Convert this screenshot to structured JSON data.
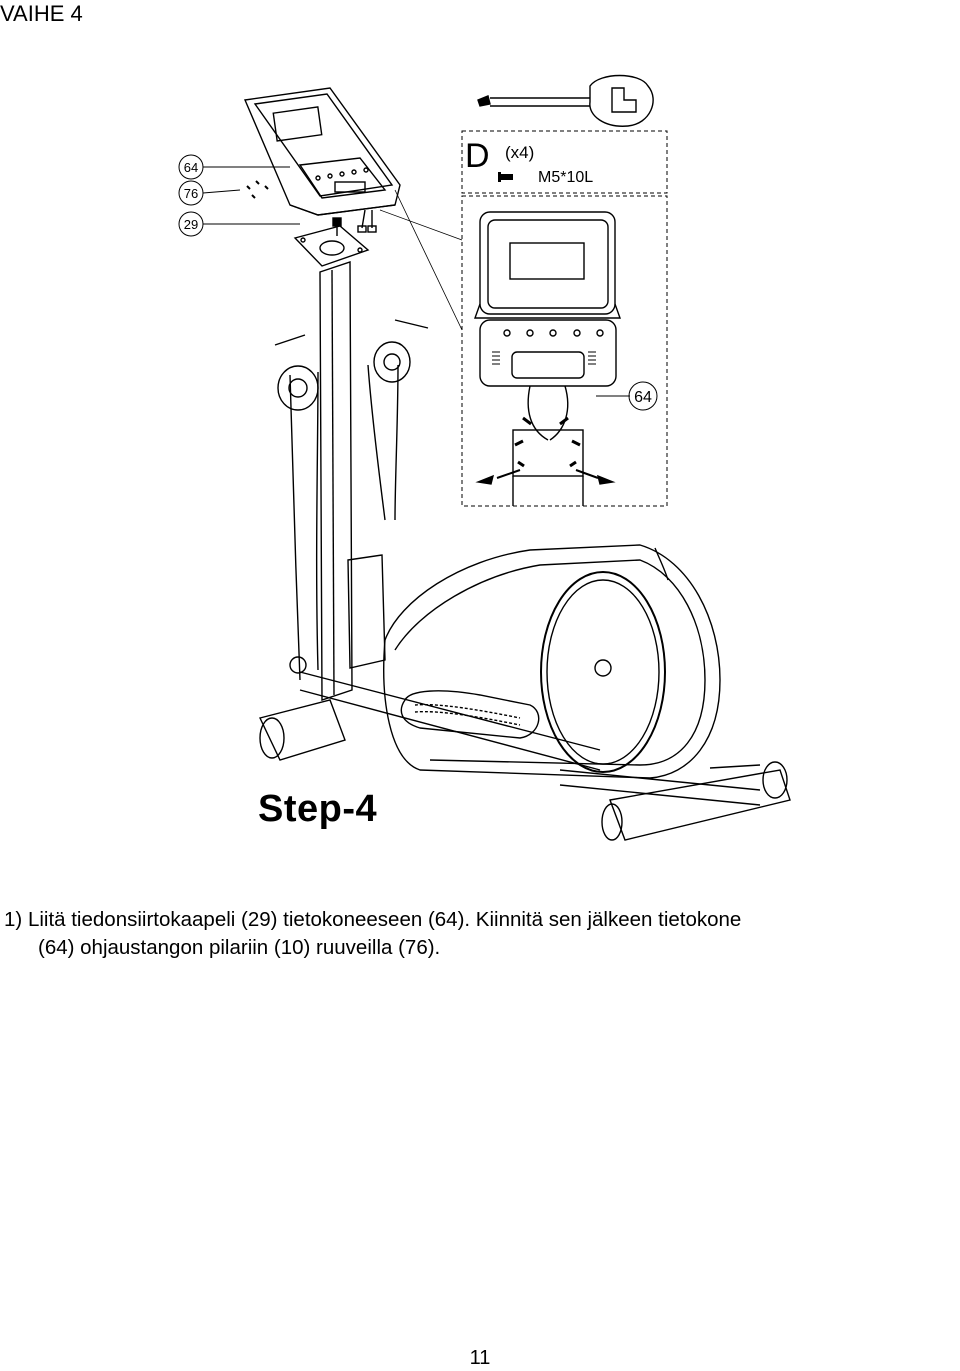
{
  "header": {
    "title": "VAIHE 4"
  },
  "figure": {
    "callouts": {
      "display": "64",
      "screws": "76",
      "cable": "29"
    },
    "hardware": {
      "letter": "D",
      "quantity": "(x4)",
      "spec": "M5*10L",
      "detail_label": "64"
    }
  },
  "step": {
    "title": "Step-4"
  },
  "instructions": {
    "number": "1)",
    "line1": "Liitä tiedonsiirtokaapeli (29) tietokoneeseen (64). Kiinnitä sen jälkeen tietokone",
    "line2": "(64) ohjaustangon pilariin (10) ruuveilla (76)."
  },
  "footer": {
    "page_number": "11"
  }
}
